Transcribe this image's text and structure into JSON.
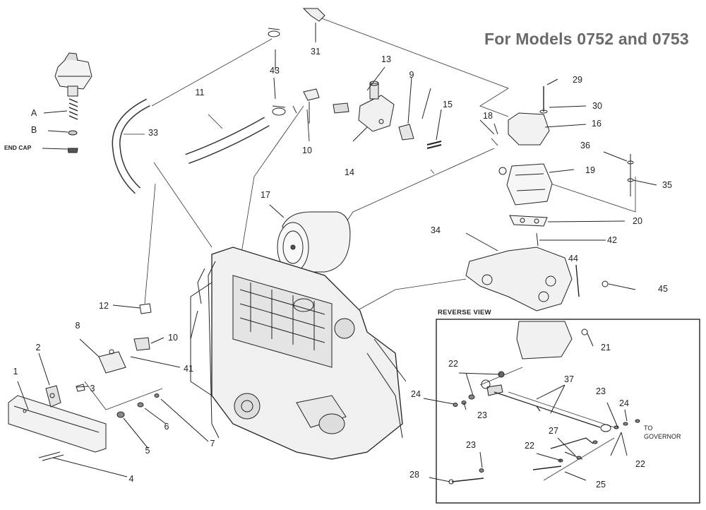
{
  "title": "For Models 0752 and 0753",
  "reverse_view_label": "REVERSE VIEW",
  "end_cap_label": "END CAP",
  "to_governor_label": "TO GOVERNOR",
  "callouts": {
    "c1": "1",
    "c2": "2",
    "c3": "3",
    "c4": "4",
    "c5": "5",
    "c6": "6",
    "c7": "7",
    "c8": "8",
    "c9": "9",
    "c10a": "10",
    "c10b": "10",
    "c11": "11",
    "c12": "12",
    "c13": "13",
    "c14": "14",
    "c15": "15",
    "c16": "16",
    "c17": "17",
    "c18": "18",
    "c19": "19",
    "c20": "20",
    "c21": "21",
    "c22a": "22",
    "c22b": "22",
    "c22c": "22",
    "c23a": "23",
    "c23b": "23",
    "c23c": "23",
    "c24a": "24",
    "c24b": "24",
    "c25": "25",
    "c27": "27",
    "c28": "28",
    "c29": "29",
    "c30": "30",
    "c31": "31",
    "c33": "33",
    "c34": "34",
    "c35": "35",
    "c36": "36",
    "c37": "37",
    "c41": "41",
    "c42": "42",
    "c43": "43",
    "c44": "44",
    "c45": "45",
    "cA": "A",
    "cB": "B"
  }
}
